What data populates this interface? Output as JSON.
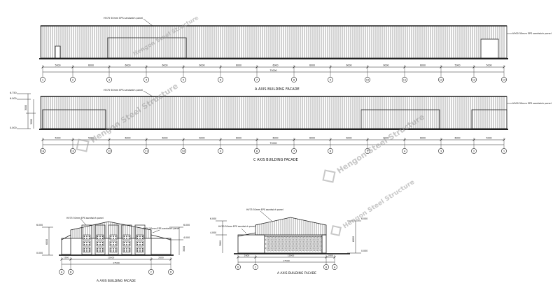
{
  "colors": {
    "line": "#222222",
    "bg": "#ffffff",
    "watermark": "#9a9a9a"
  },
  "watermark": "Hengon Steel Structure",
  "facade_top": {
    "title": "A AXIS BUILDING FACADE",
    "note_roof": "HV75 50mm EPS sandwich panel",
    "note_wall": "V900 50mm EPS sandwich panel",
    "total": "75000",
    "spans": [
      "5000",
      "6000",
      "6000",
      "6000",
      "6000",
      "6000",
      "6000",
      "6000",
      "6000",
      "6000",
      "6000",
      "5000",
      "5000"
    ],
    "axes": [
      "1",
      "2",
      "3",
      "4",
      "5",
      "6",
      "7",
      "8",
      "9",
      "10",
      "11",
      "12",
      "13",
      "14"
    ]
  },
  "facade_mid": {
    "title": "C AXIS BUILDING FACADE",
    "note_roof": "HV75 50mm EPS sandwich panel",
    "note_wall": "V900 50mm EPS sandwich panel",
    "total": "75000",
    "spans": [
      "5000",
      "5000",
      "6000",
      "6000",
      "6000",
      "6000",
      "6000",
      "6000",
      "6000",
      "6000",
      "6000",
      "6000",
      "5000"
    ],
    "axes": [
      "14",
      "13",
      "12",
      "11",
      "10",
      "9",
      "8",
      "7",
      "6",
      "5",
      "4",
      "3",
      "2",
      "1"
    ],
    "levels": [
      "6.750",
      "6.000",
      "0.000"
    ],
    "heights": [
      "3000",
      "3000"
    ]
  },
  "facade_left": {
    "title": "A AXIS BUILDING FACADE",
    "note_roof": "HV75 50mm EPS sandwich panel",
    "note_wall": "V900 50mm EPS sandwich panel",
    "total": "17500",
    "spans": [
      "1900",
      "13000",
      "2600"
    ],
    "axes": [
      "A",
      "B",
      "C",
      "D"
    ],
    "levels": [
      "6.000",
      "4.000",
      "0.000"
    ],
    "heights": [
      "6000",
      "3000"
    ]
  },
  "facade_right": {
    "title": "A AXIS BUILDING FACADE",
    "note_roof": "HV75 50mm EPS sandwich panel",
    "note_wall": "HV50 50mm EPS sandwich panel",
    "total": "17500",
    "spans": [
      "2600",
      "13000",
      "1900"
    ],
    "axes": [
      "D",
      "C",
      "B",
      "A"
    ],
    "levels": [
      "6.000",
      "4.000",
      "0.000"
    ],
    "heights": [
      "3000",
      "6000"
    ]
  }
}
